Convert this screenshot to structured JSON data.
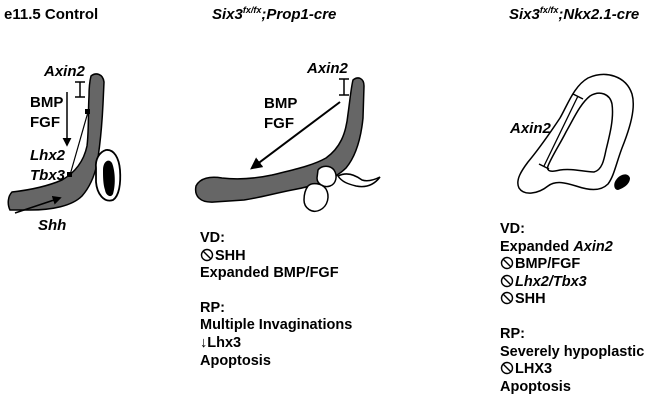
{
  "panels": [
    {
      "title": "e11.5 Control",
      "labels": {
        "axin2": "Axin2",
        "bmp": "BMP",
        "fgf": "FGF",
        "lhx2": "Lhx2",
        "tbx3": "Tbx3",
        "shh": "Shh"
      }
    },
    {
      "title": {
        "gene": "Six3",
        "allele": "fx/fx",
        "cre": ";Prop1-cre"
      },
      "labels": {
        "axin2": "Axin2",
        "bmp": "BMP",
        "fgf": "FGF"
      },
      "vd": {
        "heading": "VD:",
        "items": [
          {
            "symbol": "null",
            "text": "SHH"
          },
          {
            "text": "Expanded BMP/FGF"
          }
        ]
      },
      "rp": {
        "heading": "RP:",
        "items": [
          {
            "text": "Multiple Invaginations"
          },
          {
            "symbol": "down-arrow",
            "glyph": "↓",
            "text": "Lhx3"
          },
          {
            "text": "Apoptosis"
          }
        ]
      }
    },
    {
      "title": {
        "gene": "Six3",
        "allele": "fx/fx",
        "cre": ";Nkx2.1-cre"
      },
      "labels": {
        "axin2": "Axin2"
      },
      "vd": {
        "heading": "VD:",
        "items": [
          {
            "text_prefix": "Expanded ",
            "text_italic": "Axin2"
          },
          {
            "symbol": "null",
            "text": "BMP/FGF"
          },
          {
            "symbol": "null",
            "text_italic": "Lhx2/Tbx3"
          },
          {
            "symbol": "null",
            "text": "SHH"
          }
        ]
      },
      "rp": {
        "heading": "RP:",
        "items": [
          {
            "text": "Severely hypoplastic"
          },
          {
            "symbol": "null",
            "text": "LHX3"
          },
          {
            "text": "Apoptosis"
          }
        ]
      }
    }
  ],
  "colors": {
    "tissue_fill": "#666666",
    "stroke": "#000000",
    "background": "#ffffff"
  }
}
